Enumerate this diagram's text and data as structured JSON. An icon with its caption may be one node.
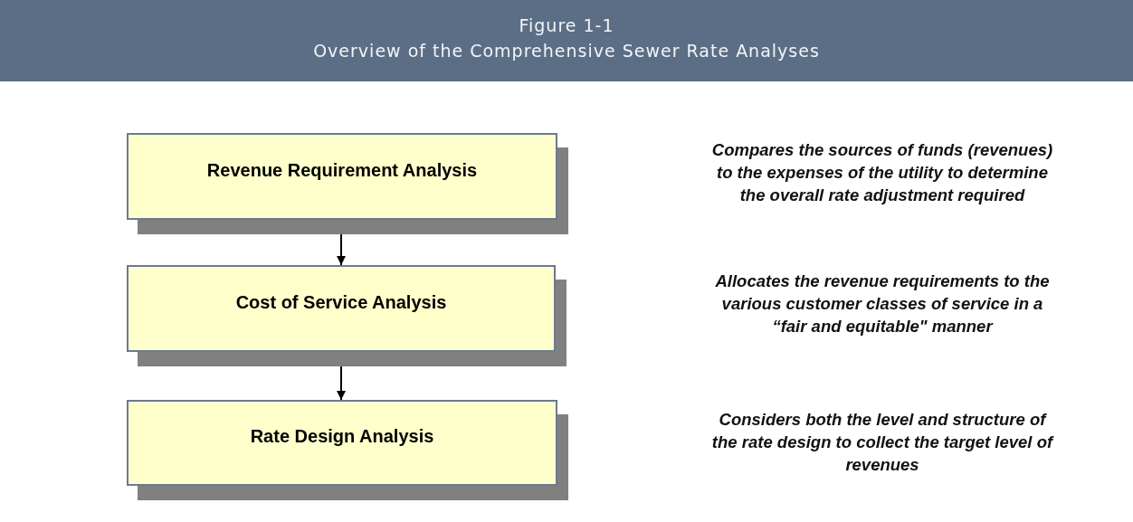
{
  "diagram": {
    "title": "Overview of the Comprehensive Sewer Rate Analyses",
    "nodes": [
      {
        "text": [
          "Revenue Requirement Analysis"
        ]
      },
      {
        "text": [
          "Cost of Service Analysis"
        ]
      },
      {
        "text": [
          "Rate Design Analysis"
        ]
      }
    ],
    "edges": [
      {
        "from": 0,
        "to": 1,
        "arrow": "to"
      },
      {
        "from": 1,
        "to": 2,
        "arrow": "to"
      }
    ],
    "labels": [
      "Figure 1-1",
      "Compares the sources of funds (revenues) to the expenses of the utility to determine the overall rate adjustment required",
      "Allocates the revenue requirements to the various customer classes of service in a “fair and equitable\" manner",
      "Considers both the level and structure of the rate design to collect the target level of revenues"
    ]
  }
}
